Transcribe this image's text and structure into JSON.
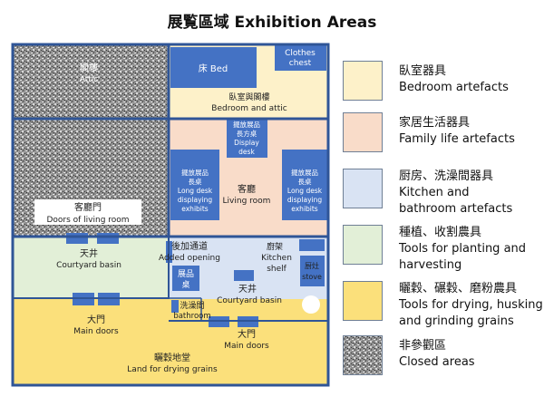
{
  "title": "展覧區域 Exhibition Areas",
  "colors": {
    "bedroom": "#fdf1c9",
    "family": "#f9dcc9",
    "kitchen": "#d9e3f3",
    "planting": "#e2efd7",
    "drying": "#fbe07b",
    "closed": "#8a8a8a",
    "wall": "#2f5597",
    "furniture": "#4472c4"
  },
  "rooms": {
    "attic": {
      "zh": "閣樓",
      "en": "Attic"
    },
    "bed": {
      "label": "床 Bed"
    },
    "clothes_chest": {
      "line1": "Clothes",
      "line2": "chest"
    },
    "bedroom_attic": {
      "zh": "臥室與閣樓",
      "en": "Bedroom and attic"
    },
    "display_desk": {
      "l1": "擺放展品",
      "l2": "長方桌",
      "l3": "Display",
      "l4": "desk"
    },
    "long_desk_left": {
      "l1": "擺放展品",
      "l2": "長桌",
      "l3": "Long desk",
      "l4": "displaying",
      "l5": "exhibits"
    },
    "long_desk_right": {
      "l1": "擺放展品",
      "l2": "長桌",
      "l3": "Long desk",
      "l4": "displaying",
      "l5": "exhibits"
    },
    "living_room": {
      "zh": "客廳",
      "en": "Living room"
    },
    "living_doors": {
      "zh": "客廳門",
      "en": "Doors of living room"
    },
    "courtyard_left": {
      "zh": "天井",
      "en": "Courtyard basin"
    },
    "added_opening": {
      "zh": "後加通道",
      "en": "Added opening"
    },
    "kitchen_shelf": {
      "l1": "廚架",
      "l2": "Kitchen",
      "l3": "shelf"
    },
    "stove": {
      "zh": "厨灶",
      "en": "stove"
    },
    "exhibit_table": {
      "l1": "展品",
      "l2": "桌"
    },
    "courtyard_center": {
      "zh": "天井",
      "en": "Courtyard basin"
    },
    "bathroom": {
      "zh": "洗澡間",
      "en": "bathroom"
    },
    "main_doors_left": {
      "zh": "大門",
      "en": "Main doors"
    },
    "main_doors_center": {
      "zh": "大門",
      "en": "Main doors"
    },
    "drying_ground": {
      "zh": "曬穀地堂",
      "en": "Land for drying grains"
    }
  },
  "legend": [
    {
      "key": "bedroom",
      "zh": "臥室器具",
      "en1": "Bedroom artefacts",
      "en2": ""
    },
    {
      "key": "family",
      "zh": "家居生活器具",
      "en1": "Family life artefacts",
      "en2": ""
    },
    {
      "key": "kitchen",
      "zh": "厨房、洗澡間器具",
      "en1": "Kitchen and",
      "en2": "bathroom artefacts"
    },
    {
      "key": "planting",
      "zh": "種植、收割農具",
      "en1": "Tools for planting and",
      "en2": "harvesting"
    },
    {
      "key": "drying",
      "zh": "曬穀、碾穀、磨粉農具",
      "en1": "Tools for drying, husking",
      "en2": "and grinding grains"
    },
    {
      "key": "closed",
      "zh": "非參觀區",
      "en1": "Closed areas",
      "en2": ""
    }
  ]
}
